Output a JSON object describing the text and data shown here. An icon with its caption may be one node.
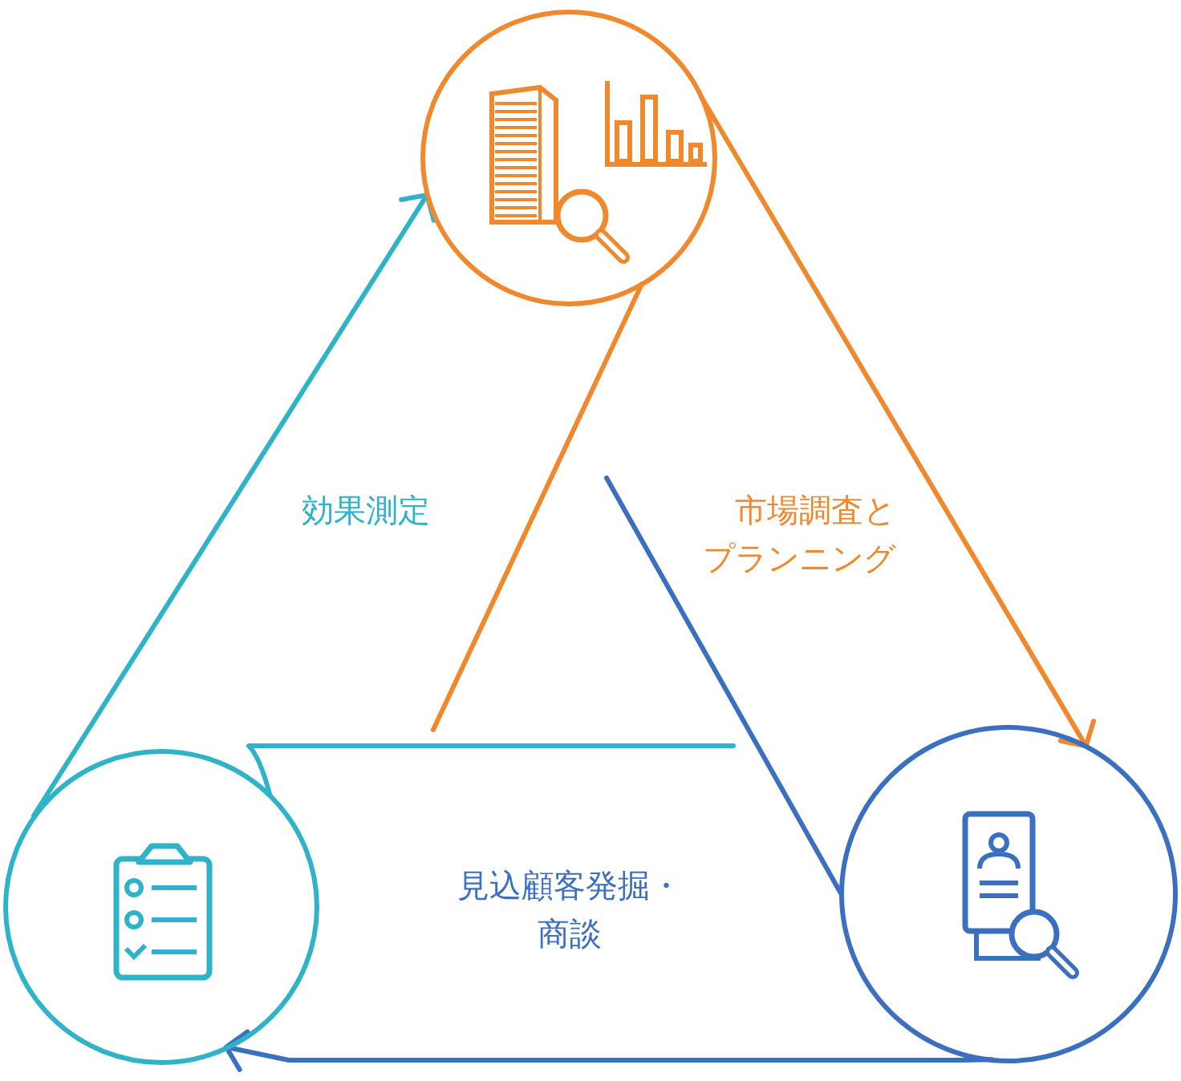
{
  "diagram": {
    "nodes": [
      {
        "text": [],
        "shape": "circle"
      },
      {
        "text": [],
        "shape": "circle"
      },
      {
        "text": [],
        "shape": "circle"
      }
    ],
    "edges": [
      {
        "from": 0,
        "to": 2,
        "arrow": "to",
        "label": "市場調査とプランニング",
        "color": "#f0892e"
      },
      {
        "from": 2,
        "to": 1,
        "arrow": "to",
        "label": "見込顧客発掘・商談",
        "color": "#3b6fbf"
      },
      {
        "from": 1,
        "to": 0,
        "arrow": "to",
        "label": "効果測定",
        "color": "#2fb3c8"
      }
    ]
  }
}
